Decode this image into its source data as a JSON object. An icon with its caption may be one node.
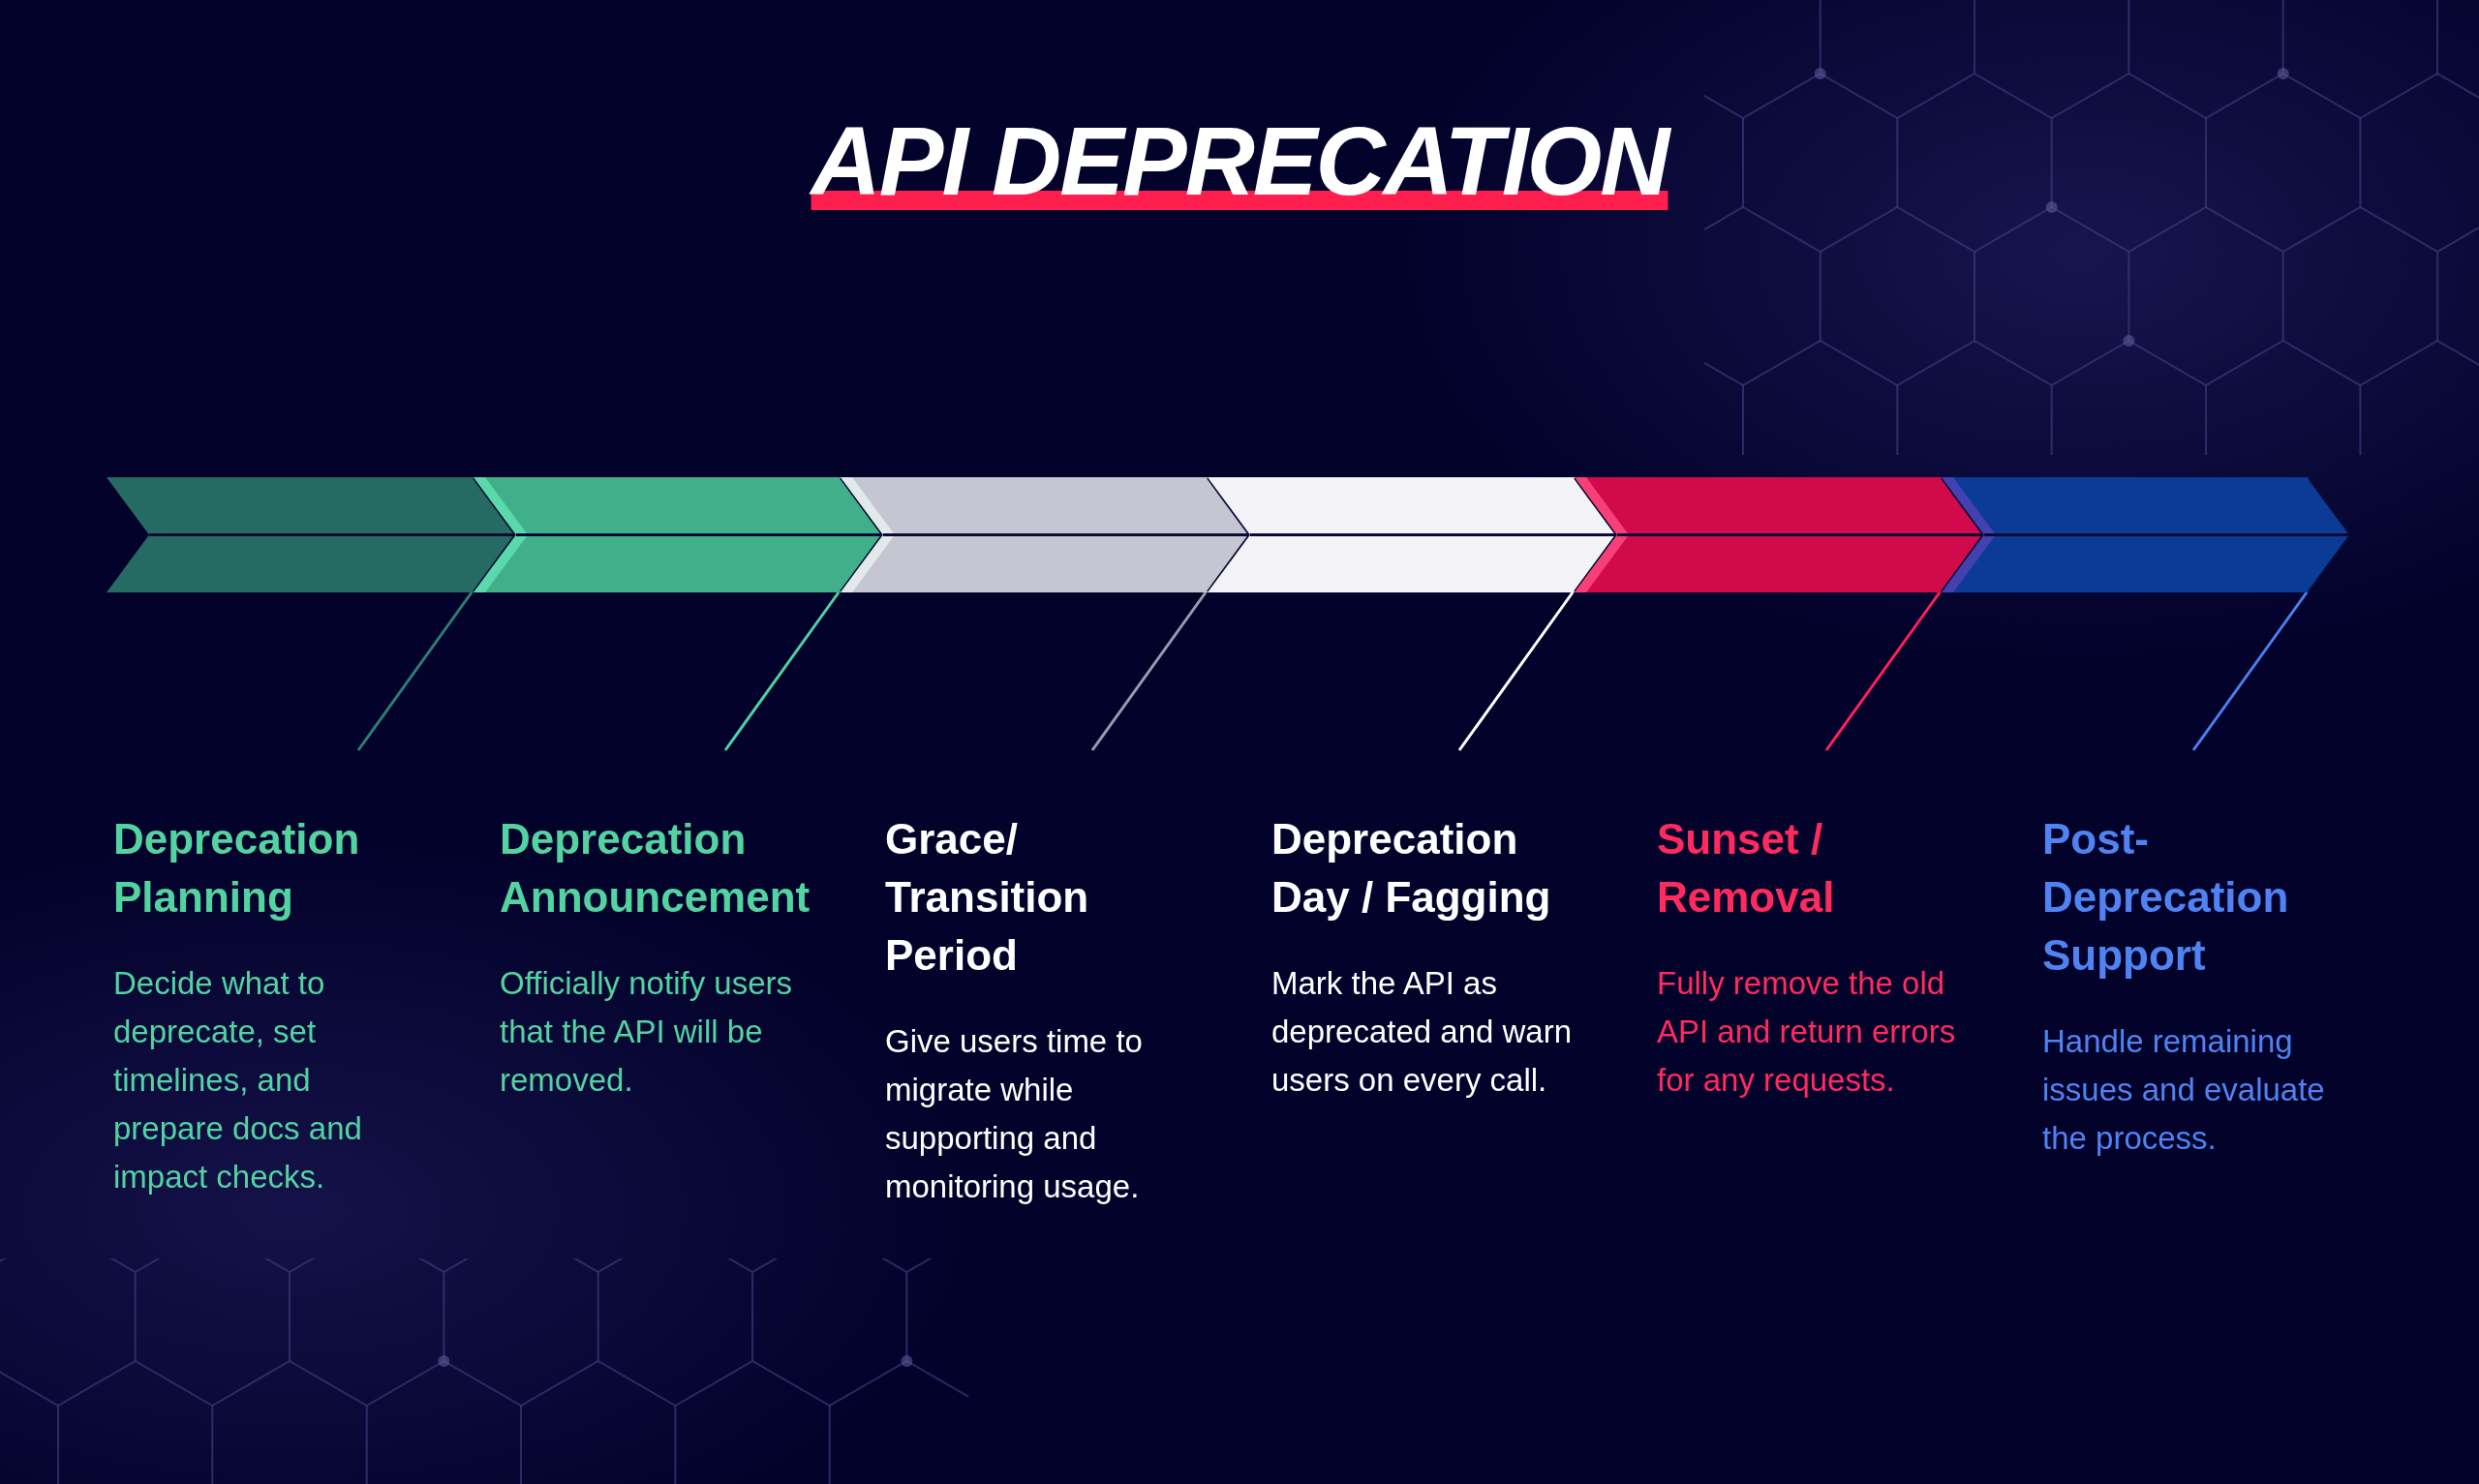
{
  "diagram": {
    "title": "API DEPRECATION",
    "nodes": [
      {
        "text": [],
        "shape": "chevron"
      },
      {
        "text": [],
        "shape": "chevron"
      },
      {
        "text": [],
        "shape": "chevron"
      },
      {
        "text": [],
        "shape": "chevron"
      },
      {
        "text": [],
        "shape": "chevron"
      },
      {
        "text": [],
        "shape": "chevron"
      },
      {
        "text": [
          "Deprecation Planning",
          "Decide what to deprecate, set timelines, and prepare docs and impact checks."
        ]
      },
      {
        "text": [
          "Deprecation Announcement",
          "Officially notify users that the API will be removed."
        ]
      },
      {
        "text": [
          "Grace/ Transition Period",
          "Give users time to migrate while supporting and monitoring usage."
        ]
      },
      {
        "text": [
          "Deprecation Day / Fagging",
          "Mark the API as deprecated and warn users on every call."
        ]
      },
      {
        "text": [
          "Sunset / Removal",
          "Fully remove the old API and return errors for any requests."
        ]
      },
      {
        "text": [
          "Post-Deprecation Support",
          "Handle remaining issues and evaluate the process."
        ]
      }
    ],
    "edges": [
      {
        "from": 6,
        "to": 0,
        "arrow": "none",
        "color": "#2e7d74"
      },
      {
        "from": 7,
        "to": 1,
        "arrow": "none",
        "color": "#4fd1a3"
      },
      {
        "from": 8,
        "to": 2,
        "arrow": "none",
        "color": "#9a9aae"
      },
      {
        "from": 9,
        "to": 3,
        "arrow": "none",
        "color": "#ffffff"
      },
      {
        "from": 10,
        "to": 4,
        "arrow": "none",
        "color": "#ff1f5a"
      },
      {
        "from": 11,
        "to": 5,
        "arrow": "none",
        "color": "#4a7ff0"
      }
    ]
  }
}
